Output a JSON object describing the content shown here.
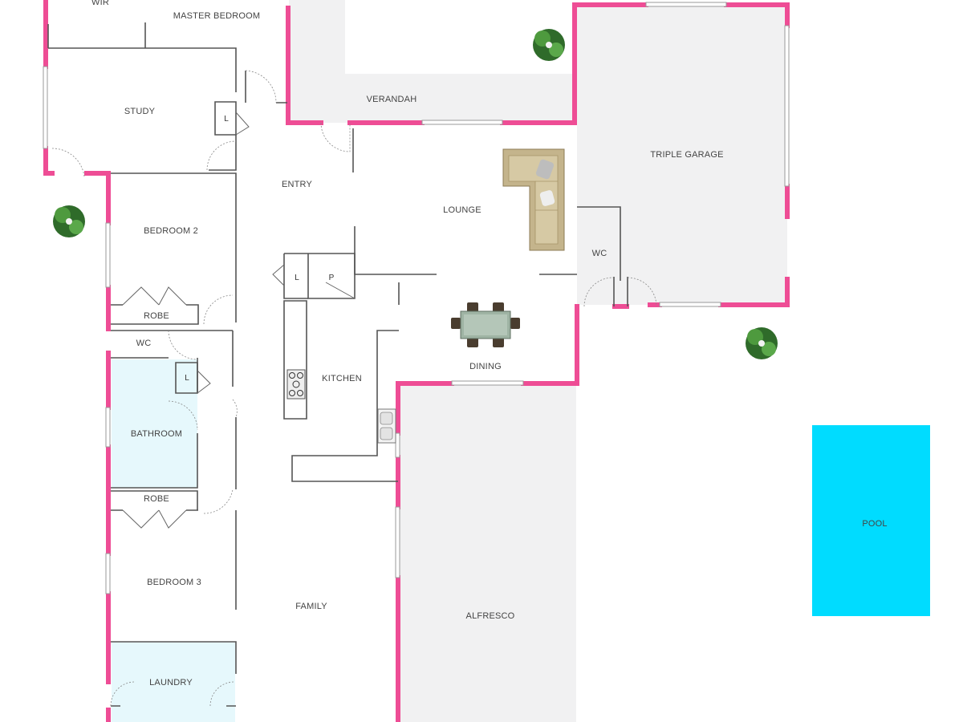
{
  "rooms": {
    "wir": "WIR",
    "master_bedroom": "MASTER BEDROOM",
    "study": "STUDY",
    "verandah": "VERANDAH",
    "triple_garage": "TRIPLE GARAGE",
    "entry": "ENTRY",
    "lounge": "LOUNGE",
    "bedroom_2": "BEDROOM 2",
    "wc_garage": "WC",
    "robe_1": "ROBE",
    "wc_bath": "WC",
    "kitchen": "KITCHEN",
    "dining": "DINING",
    "bathroom": "BATHROOM",
    "robe_2": "ROBE",
    "bedroom_3": "BEDROOM 3",
    "family": "FAMILY",
    "alfresco": "ALFRESCO",
    "laundry": "LAUNDRY",
    "pool": "POOL"
  },
  "markers": {
    "linen_study": "L",
    "linen_entry": "L",
    "pantry": "P",
    "linen_bath": "L"
  },
  "colors": {
    "exterior_wall": "#ee4d95",
    "pool": "#00dcff",
    "wet_area": "#e6f8fc",
    "covered_area": "#f1f1f2",
    "interior_wall": "#555555"
  }
}
